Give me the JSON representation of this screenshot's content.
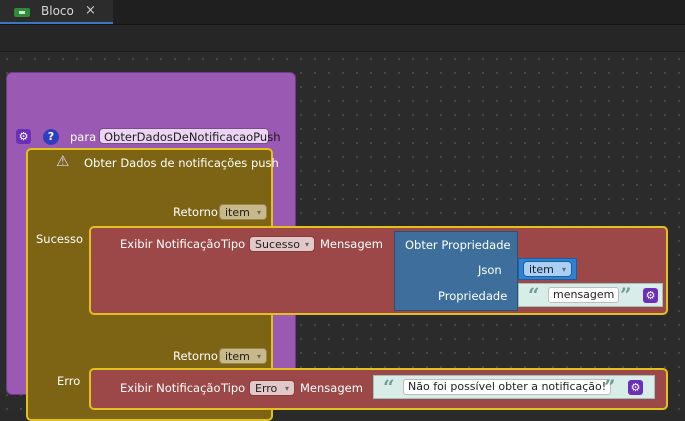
{
  "tab": {
    "icon": "blocks-icon",
    "title": "Bloco",
    "close": "×"
  },
  "function_block": {
    "keyword": "para",
    "name": "ObterDadosDeNotificacaoPush",
    "gear_icon": "⚙",
    "help_icon": "?"
  },
  "get_block": {
    "warning_icon": "⚠",
    "title": "Obter Dados de notificações push",
    "success_label": "Sucesso",
    "error_label": "Erro",
    "return_label": "Retorno",
    "return_var_success": "item",
    "return_var_error": "item"
  },
  "notify_success": {
    "label": "Exibir Notificação",
    "tipo_label": "Tipo",
    "tipo_value": "Sucesso",
    "mensagem_label": "Mensagem"
  },
  "get_property": {
    "title": "Obter Propriedade",
    "json_label": "Json",
    "json_var": "item",
    "property_label": "Propriedade",
    "property_value": "mensagem"
  },
  "notify_error": {
    "label": "Exibir Notificação",
    "tipo_label": "Tipo",
    "tipo_value": "Erro",
    "mensagem_label": "Mensagem",
    "message_value": "Não foi possível obter a notificação!"
  },
  "quotes": {
    "open": "“",
    "close": "”"
  },
  "dropdown_arrow": "▾",
  "colors": {
    "procedure": "#9a59b3",
    "get_block": "#7d6414",
    "notification": "#9c4848",
    "property": "#3e6f9c",
    "variable": "#2e82d6",
    "string": "#d8ece8"
  }
}
